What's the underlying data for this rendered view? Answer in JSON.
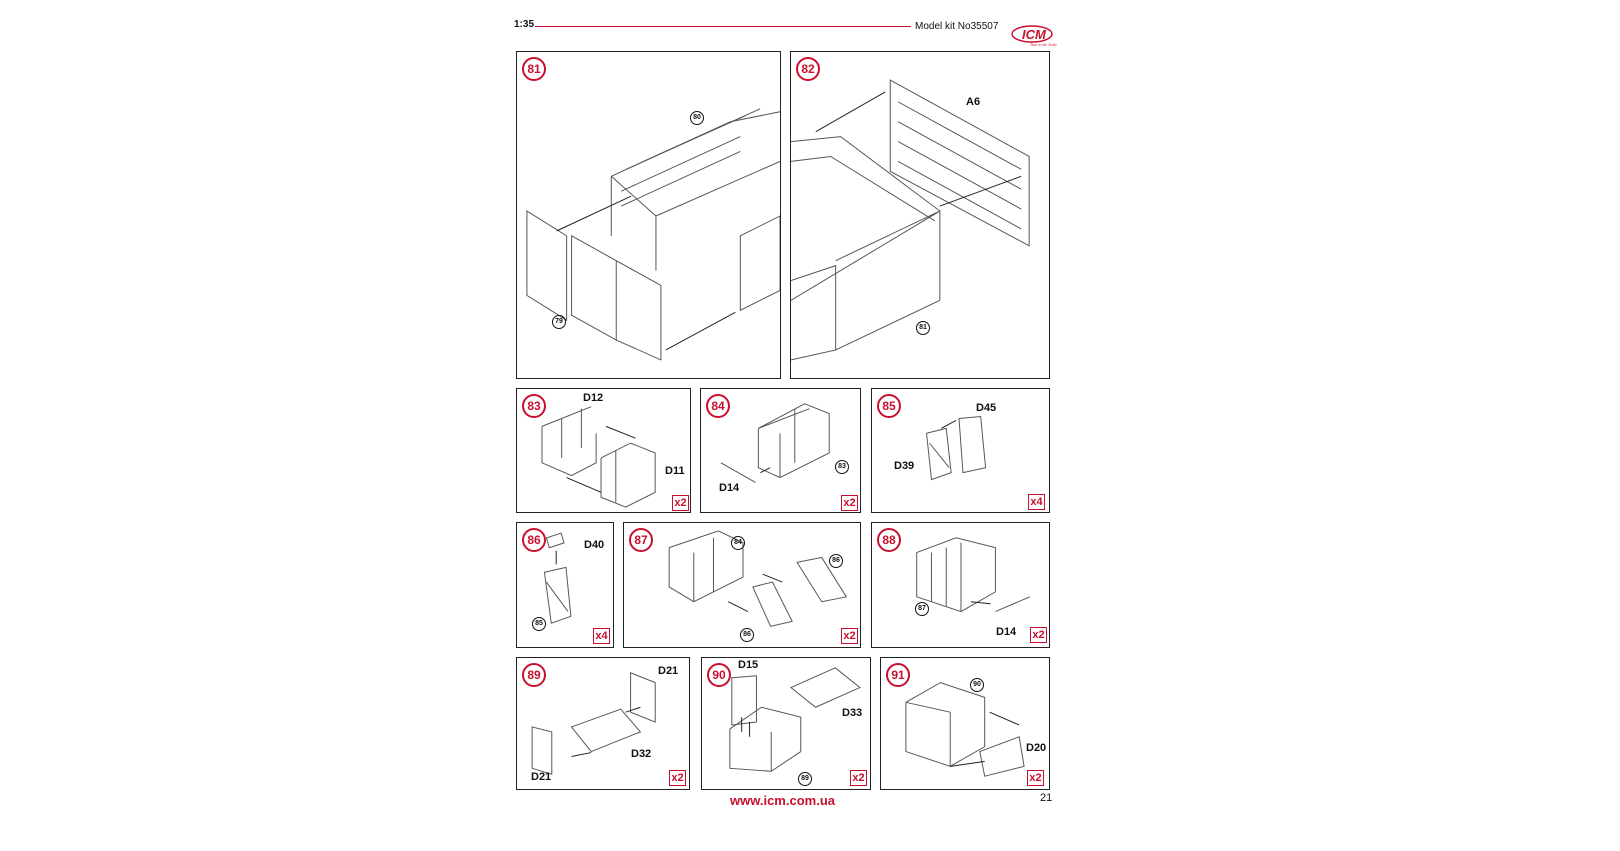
{
  "header": {
    "scale": "1:35",
    "model": "Model kit No35507",
    "logo": "ICM",
    "logo_tagline": "True to the Scale"
  },
  "colors": {
    "accent": "#c8102e",
    "border": "#222222"
  },
  "steps": [
    {
      "number": "81",
      "refs": [
        "80",
        "79"
      ],
      "labels": []
    },
    {
      "number": "82",
      "refs": [
        "81"
      ],
      "labels": [
        "A6"
      ]
    },
    {
      "number": "83",
      "refs": [],
      "labels": [
        "D12",
        "D11"
      ],
      "multiplier": "x2"
    },
    {
      "number": "84",
      "refs": [
        "83"
      ],
      "labels": [
        "D14"
      ],
      "multiplier": "x2"
    },
    {
      "number": "85",
      "refs": [],
      "labels": [
        "D45",
        "D39"
      ],
      "multiplier": "x4"
    },
    {
      "number": "86",
      "refs": [
        "85"
      ],
      "labels": [
        "D40"
      ],
      "multiplier": "x4"
    },
    {
      "number": "87",
      "refs": [
        "84",
        "86",
        "86"
      ],
      "labels": [],
      "multiplier": "x2"
    },
    {
      "number": "88",
      "refs": [
        "87"
      ],
      "labels": [
        "D14"
      ],
      "multiplier": "x2"
    },
    {
      "number": "89",
      "refs": [],
      "labels": [
        "D21",
        "D32",
        "D21"
      ],
      "multiplier": "x2"
    },
    {
      "number": "90",
      "refs": [
        "89"
      ],
      "labels": [
        "D15",
        "D33"
      ],
      "multiplier": "x2"
    },
    {
      "number": "91",
      "refs": [
        "90"
      ],
      "labels": [
        "D20"
      ],
      "multiplier": "x2"
    }
  ],
  "footer": {
    "url": "www.icm.com.ua",
    "page": "21"
  }
}
